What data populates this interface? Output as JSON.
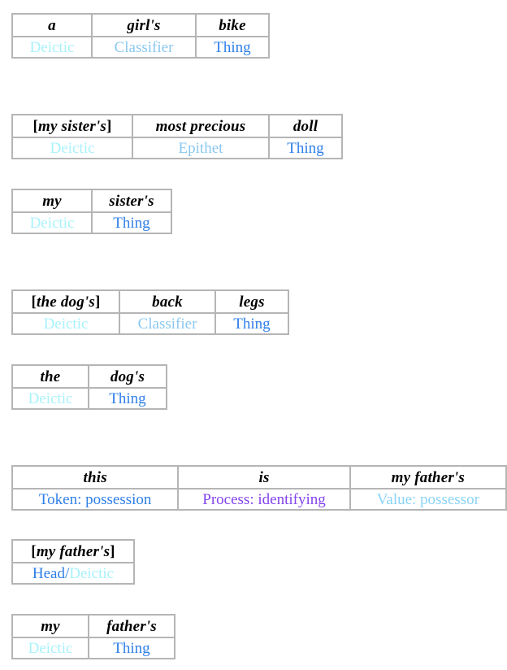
{
  "page": {
    "title": "Nominal group and clause functional analyses",
    "background": "#ffffff",
    "border_color": "#b5b5b5"
  },
  "colors": {
    "deictic": "#a8f2fb",
    "classifier": "#8ac8ef",
    "epithet": "#8ac8ef",
    "thing": "#2e7fe8",
    "token": "#2e7fe8",
    "process": "#8344ec",
    "value": "#8ad4f5",
    "head": "#2e7fe8"
  },
  "tables": [
    {
      "id": "tbl-1",
      "name": "a-girls-bike",
      "text_row": [
        {
          "open": "",
          "word": "a",
          "close": ""
        },
        {
          "open": "",
          "word": "girl's",
          "close": ""
        },
        {
          "open": "",
          "word": "bike",
          "close": ""
        }
      ],
      "label_row": [
        {
          "label": "Deictic",
          "role": "deictic"
        },
        {
          "label": "Classifier",
          "role": "classifier"
        },
        {
          "label": "Thing",
          "role": "thing"
        }
      ]
    },
    {
      "id": "tbl-2",
      "name": "my-sisters-most-precious-doll",
      "text_row": [
        {
          "open": "[",
          "word": "my sister's",
          "close": "]"
        },
        {
          "open": "",
          "word": "most precious",
          "close": ""
        },
        {
          "open": "",
          "word": "doll",
          "close": ""
        }
      ],
      "label_row": [
        {
          "label": "Deictic",
          "role": "deictic"
        },
        {
          "label": "Epithet",
          "role": "epithet"
        },
        {
          "label": "Thing",
          "role": "thing"
        }
      ]
    },
    {
      "id": "tbl-3",
      "name": "my-sisters",
      "text_row": [
        {
          "open": "",
          "word": "my",
          "close": ""
        },
        {
          "open": "",
          "word": "sister's",
          "close": ""
        }
      ],
      "label_row": [
        {
          "label": "Deictic",
          "role": "deictic"
        },
        {
          "label": "Thing",
          "role": "thing"
        }
      ]
    },
    {
      "id": "tbl-4",
      "name": "the-dogs-back-legs",
      "text_row": [
        {
          "open": "[",
          "word": "the dog's",
          "close": "]"
        },
        {
          "open": "",
          "word": "back",
          "close": ""
        },
        {
          "open": "",
          "word": "legs",
          "close": ""
        }
      ],
      "label_row": [
        {
          "label": "Deictic",
          "role": "deictic"
        },
        {
          "label": "Classifier",
          "role": "classifier"
        },
        {
          "label": "Thing",
          "role": "thing"
        }
      ]
    },
    {
      "id": "tbl-5",
      "name": "the-dogs",
      "text_row": [
        {
          "open": "",
          "word": "the",
          "close": ""
        },
        {
          "open": "",
          "word": "dog's",
          "close": ""
        }
      ],
      "label_row": [
        {
          "label": "Deictic",
          "role": "deictic"
        },
        {
          "label": "Thing",
          "role": "thing"
        }
      ]
    },
    {
      "id": "tbl-6",
      "name": "this-is-my-fathers",
      "text_row": [
        {
          "open": "",
          "word": "this",
          "close": ""
        },
        {
          "open": "",
          "word": "is",
          "close": ""
        },
        {
          "open": "",
          "word": "my father's",
          "close": ""
        }
      ],
      "label_row": [
        {
          "label": "Token: possession",
          "role": "token"
        },
        {
          "label": "Process: identifying",
          "role": "process"
        },
        {
          "label": "Value: possessor",
          "role": "value"
        }
      ]
    },
    {
      "id": "tbl-7",
      "name": "my-fathers-head-deictic",
      "text_row": [
        {
          "open": "[",
          "word": "my father's",
          "close": "]"
        }
      ],
      "label_row": [
        {
          "label": "Head",
          "role": "head",
          "separator": "/",
          "label2": "Deictic",
          "role2": "deictic"
        }
      ]
    },
    {
      "id": "tbl-8",
      "name": "my-fathers",
      "text_row": [
        {
          "open": "",
          "word": "my",
          "close": ""
        },
        {
          "open": "",
          "word": "father's",
          "close": ""
        }
      ],
      "label_row": [
        {
          "label": "Deictic",
          "role": "deictic"
        },
        {
          "label": "Thing",
          "role": "thing"
        }
      ]
    }
  ]
}
